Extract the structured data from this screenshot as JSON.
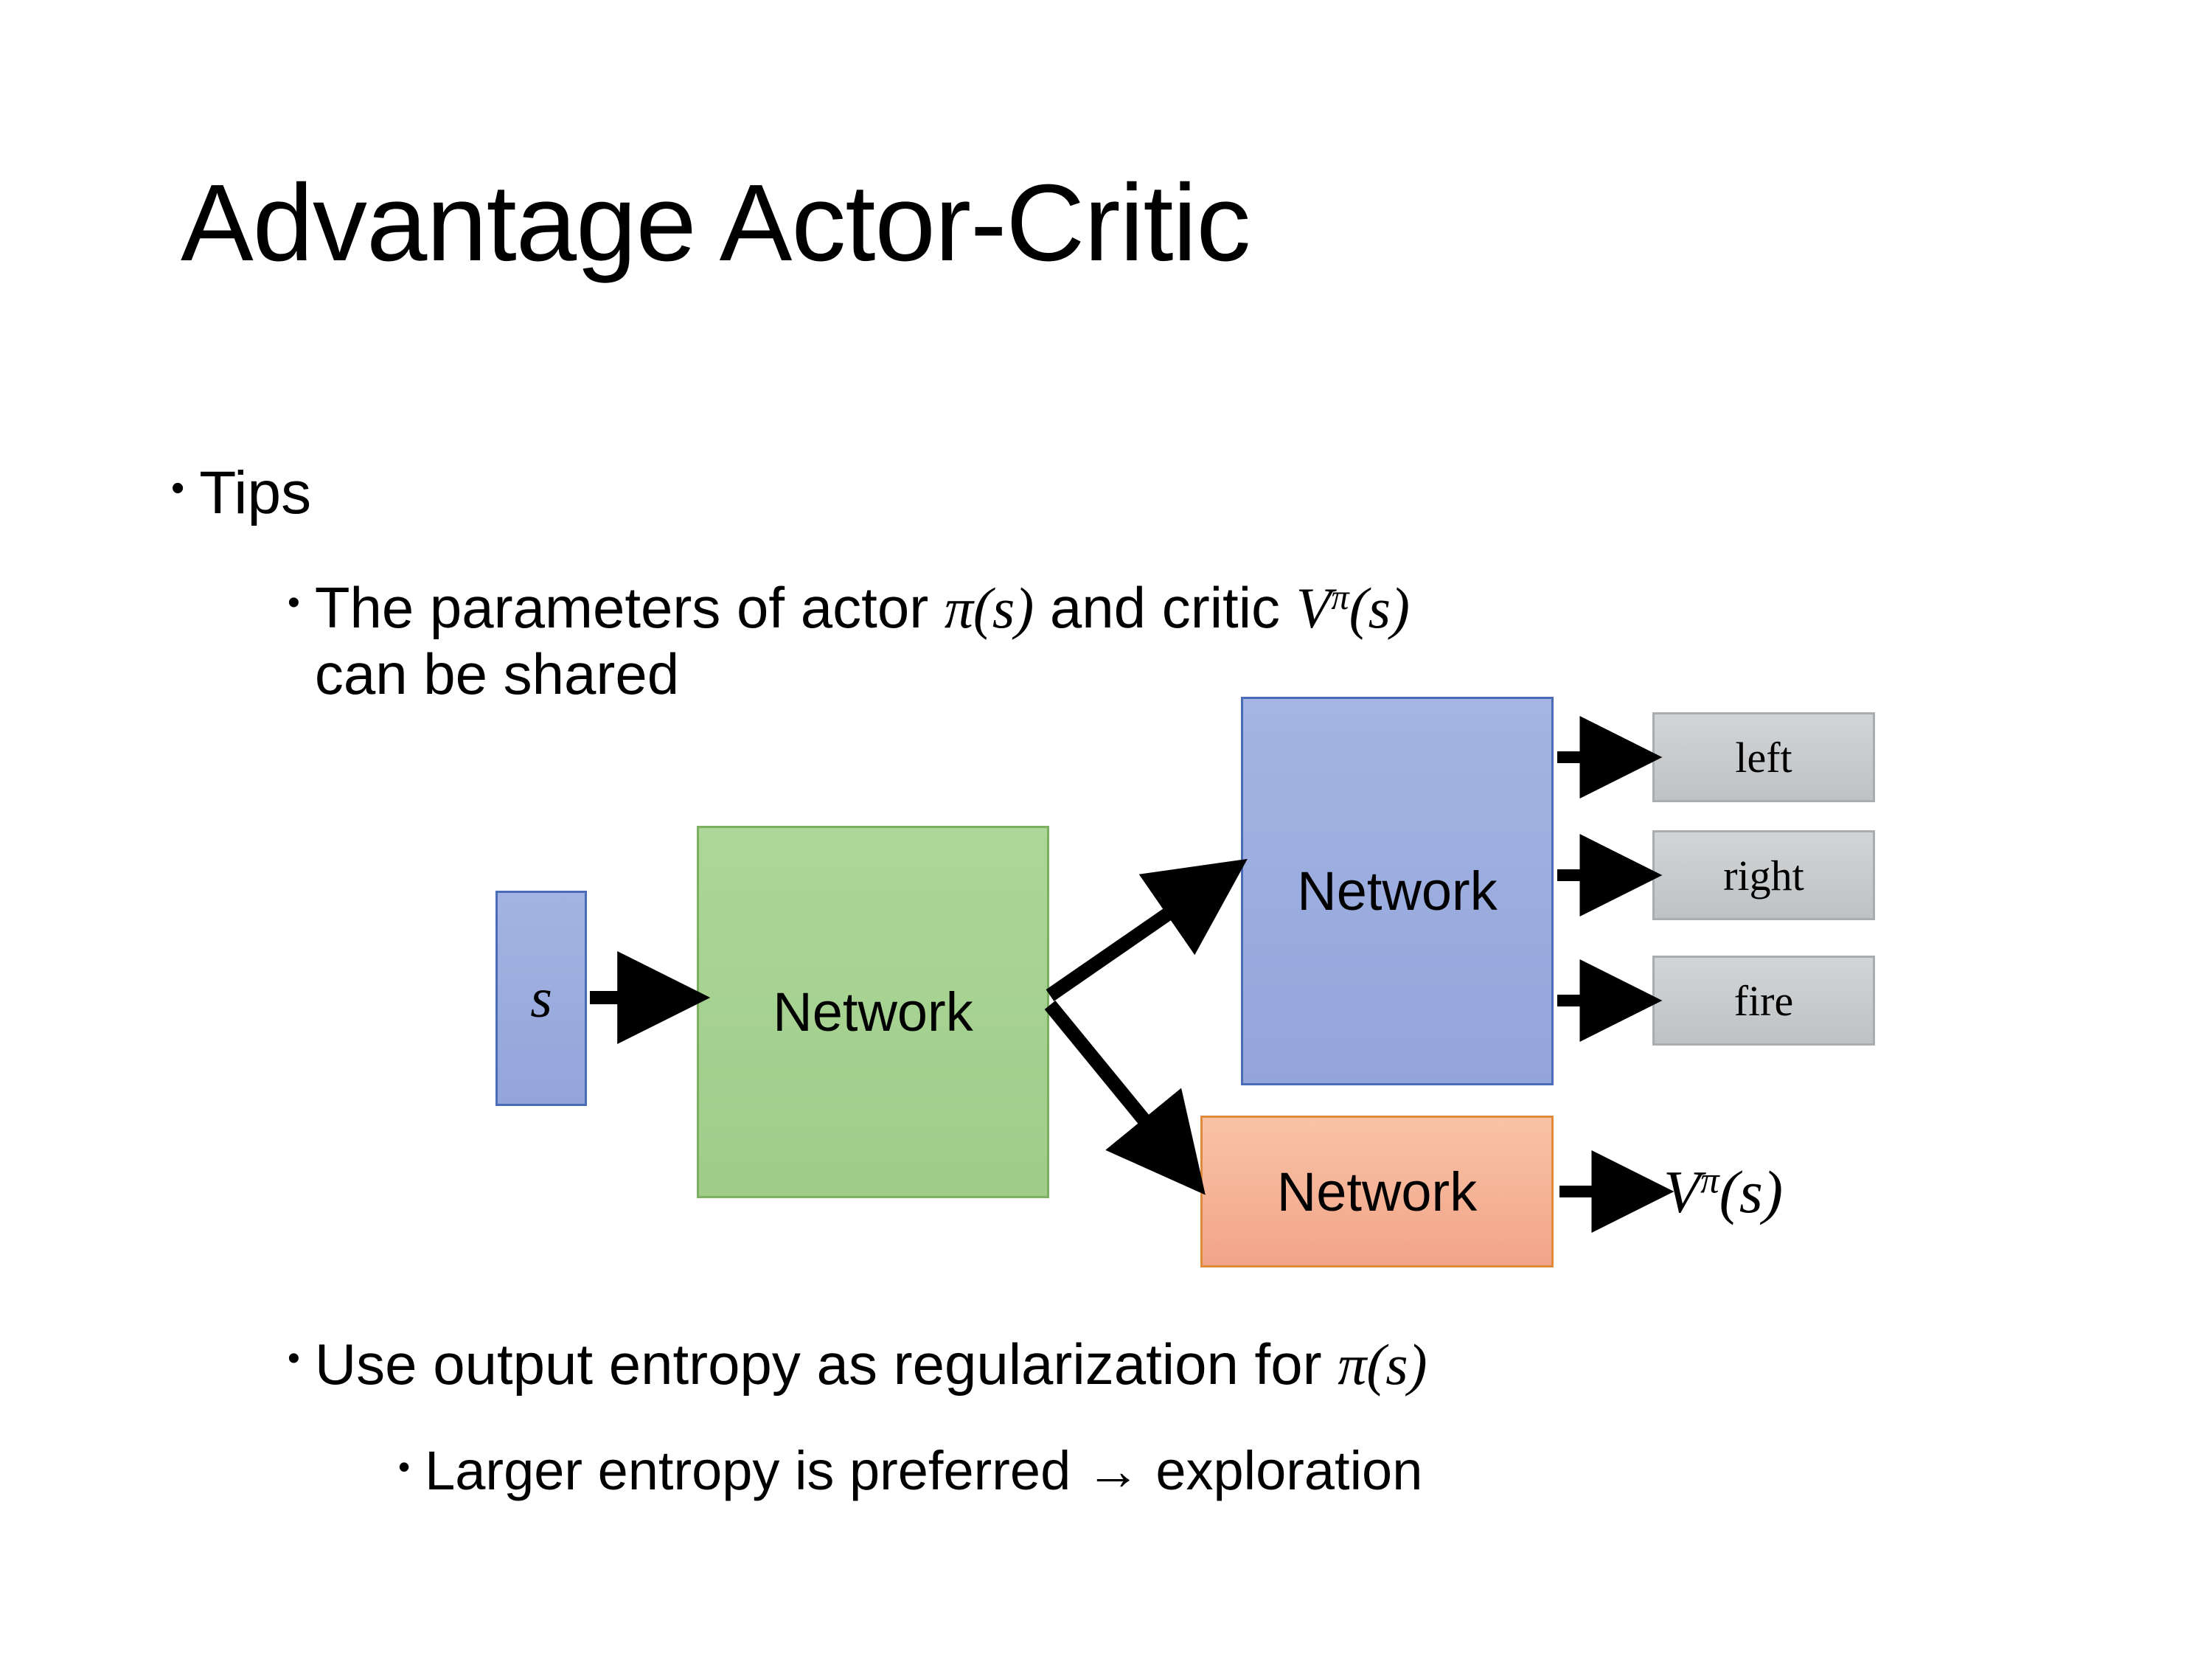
{
  "slide": {
    "title": "Advantage Actor-Critic",
    "background_color": "#ffffff"
  },
  "bullets": {
    "tips": {
      "marker": "•",
      "text": "Tips"
    },
    "parameters": {
      "marker": "•",
      "text_before": "The parameters of actor ",
      "math_actor": "π(s)",
      "text_middle": "  and critic ",
      "math_critic_base": "V",
      "math_critic_sup": "π",
      "math_critic_arg": "(s)",
      "text_after": "can be shared"
    },
    "entropy": {
      "marker": "•",
      "text_before": "Use output entropy as regularization for ",
      "math": "π(s)"
    },
    "larger_entropy": {
      "marker": "•",
      "text": "Larger entropy is preferred → exploration"
    }
  },
  "diagram": {
    "state_box": {
      "label": "s",
      "fill": "#96a8db",
      "border": "#4a6bb5"
    },
    "shared_network": {
      "label": "Network",
      "fill": "#a4d291",
      "border": "#7ab05f"
    },
    "actor_network": {
      "label": "Network",
      "fill": "#9aabde",
      "border": "#4a6bb5"
    },
    "critic_network": {
      "label": "Network",
      "fill": "#f5b393",
      "border": "#e08a3c"
    },
    "action_outputs": [
      {
        "label": "left",
        "fill": "#c8cbcd",
        "border": "#aaadaf"
      },
      {
        "label": "right",
        "fill": "#c8cbcd",
        "border": "#aaadaf"
      },
      {
        "label": "fire",
        "fill": "#c8cbcd",
        "border": "#aaadaf"
      }
    ],
    "value_output": {
      "base": "V",
      "superscript": "π",
      "argument": "(s)"
    },
    "arrow_color": "#000000"
  }
}
